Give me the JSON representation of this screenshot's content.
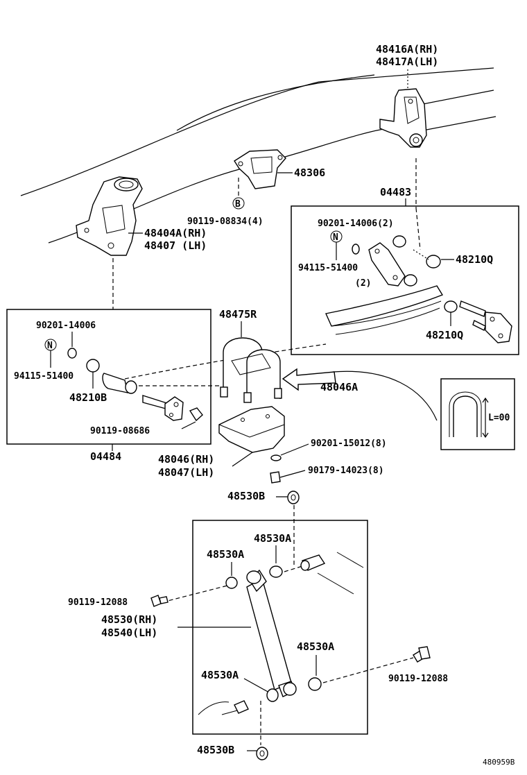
{
  "labels": {
    "p48416A": "48416A(RH)",
    "p48417A": "48417A(LH)",
    "p48306": "48306",
    "p04483": "04483",
    "p90119_08834": "90119-08834(4)",
    "p90201_14006_2": "90201-14006(2)",
    "p48404A": "48404A(RH)",
    "p48407": "48407  (LH)",
    "p94115_51400_r": "94115-51400",
    "qty2": "(2)",
    "p48210Q_a": "48210Q",
    "p48210Q_b": "48210Q",
    "p90201_14006": "90201-14006",
    "p48475R": "48475R",
    "p94115_51400_l": "94115-51400",
    "p48210B": "48210B",
    "p48046A": "48046A",
    "p90119_08686": "90119-08686",
    "lengthNote": "L=00",
    "p04484": "04484",
    "p90201_15012": "90201-15012(8)",
    "p48046": "48046(RH)",
    "p48047": "48047(LH)",
    "p90179_14023": "90179-14023(8)",
    "p48530B_top": "48530B",
    "p48530A_1": "48530A",
    "p48530A_2": "48530A",
    "p90119_12088_l": "90119-12088",
    "p48530": "48530(RH)",
    "p48540": "48540(LH)",
    "p48530A_3": "48530A",
    "p48530A_4": "48530A",
    "p90119_12088_r": "90119-12088",
    "p48530B_bot": "48530B",
    "figureNo": "480959B"
  },
  "markers": {
    "B": "B",
    "N_right": "N",
    "N_left": "N"
  }
}
